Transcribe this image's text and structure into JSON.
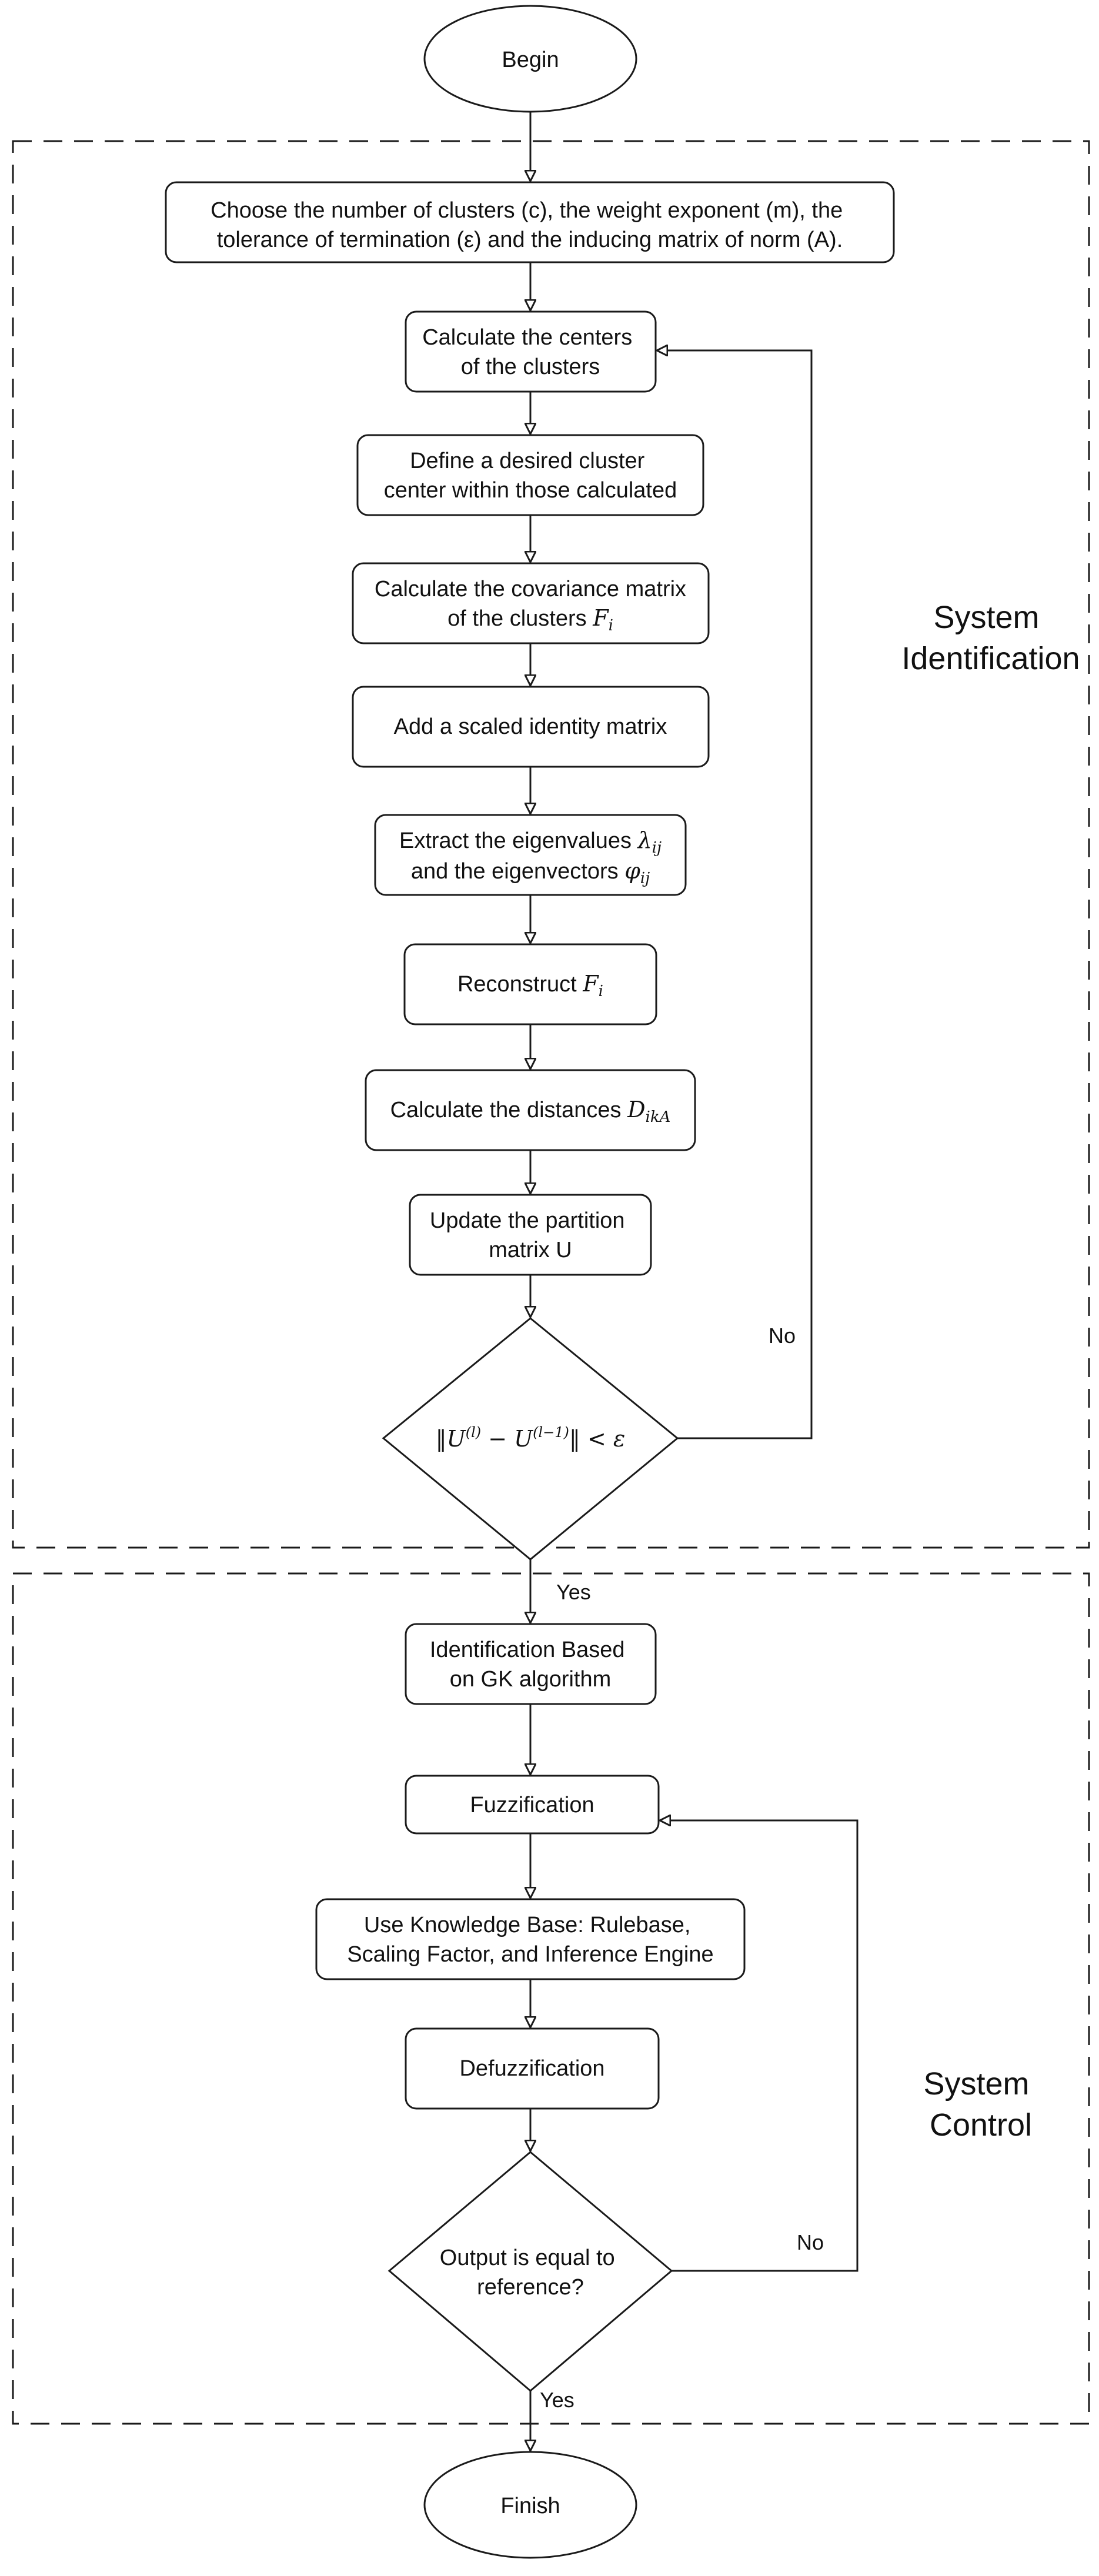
{
  "nodes": {
    "begin": "Begin",
    "choose": [
      "Choose the number of clusters (c), the weight exponent (m), the",
      "tolerance of termination (ε) and the inducing matrix of norm (A)."
    ],
    "centers": [
      "Calculate the centers",
      "of the clusters"
    ],
    "desired": [
      "Define a desired cluster",
      "center within those calculated"
    ],
    "covariance": [
      "Calculate the covariance matrix",
      "of the clusters",
      "F",
      "i"
    ],
    "identity": "Add a scaled identity matrix",
    "eigen": [
      "Extract the eigenvalues",
      "λ",
      "ij",
      "and the eigenvectors",
      "φ",
      "ij"
    ],
    "reconstruct": [
      "Reconstruct",
      "F",
      "i"
    ],
    "distances": [
      "Calculate the distances",
      "D",
      "ikA"
    ],
    "update": [
      "Update the partition",
      "matrix U"
    ],
    "decision1": [
      "‖U",
      "(l)",
      " − U",
      "(l−1)",
      "‖ < ε"
    ],
    "identification": [
      "Identification Based",
      "on GK algorithm"
    ],
    "fuzzification": "Fuzzification",
    "knowledge": [
      "Use Knowledge Base: Rulebase,",
      "Scaling Factor, and Inference Engine"
    ],
    "defuzzification": "Defuzzification",
    "decision2": [
      "Output is equal to",
      "reference?"
    ],
    "finish": "Finish"
  },
  "edges": {
    "no1": "No",
    "yes1": "Yes",
    "no2": "No",
    "yes2": "Yes"
  },
  "groups": {
    "identification": [
      "System",
      "Identification"
    ],
    "control": [
      "System",
      "Control"
    ]
  }
}
